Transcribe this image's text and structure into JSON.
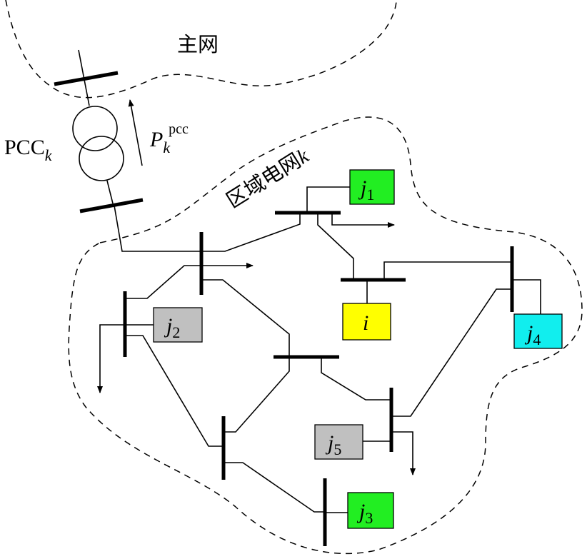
{
  "labels": {
    "main_grid": "主网",
    "regional_grid": "区域电网",
    "regional_grid_k": "k",
    "pcc_base": "PCC",
    "pcc_sub": "k",
    "power_base": "P",
    "power_sub": "k",
    "power_sup": "pcc"
  },
  "nodes": {
    "j1": {
      "letter": "j",
      "sub": "1",
      "color": "#22ee22"
    },
    "j2": {
      "letter": "j",
      "sub": "2",
      "color": "#c0c0c0"
    },
    "j3": {
      "letter": "j",
      "sub": "3",
      "color": "#22ee22"
    },
    "j4": {
      "letter": "j",
      "sub": "4",
      "color": "#11eeee"
    },
    "j5": {
      "letter": "j",
      "sub": "5",
      "color": "#c0c0c0"
    },
    "i": {
      "letter": "i",
      "sub": "",
      "color": "#ffff00"
    }
  }
}
